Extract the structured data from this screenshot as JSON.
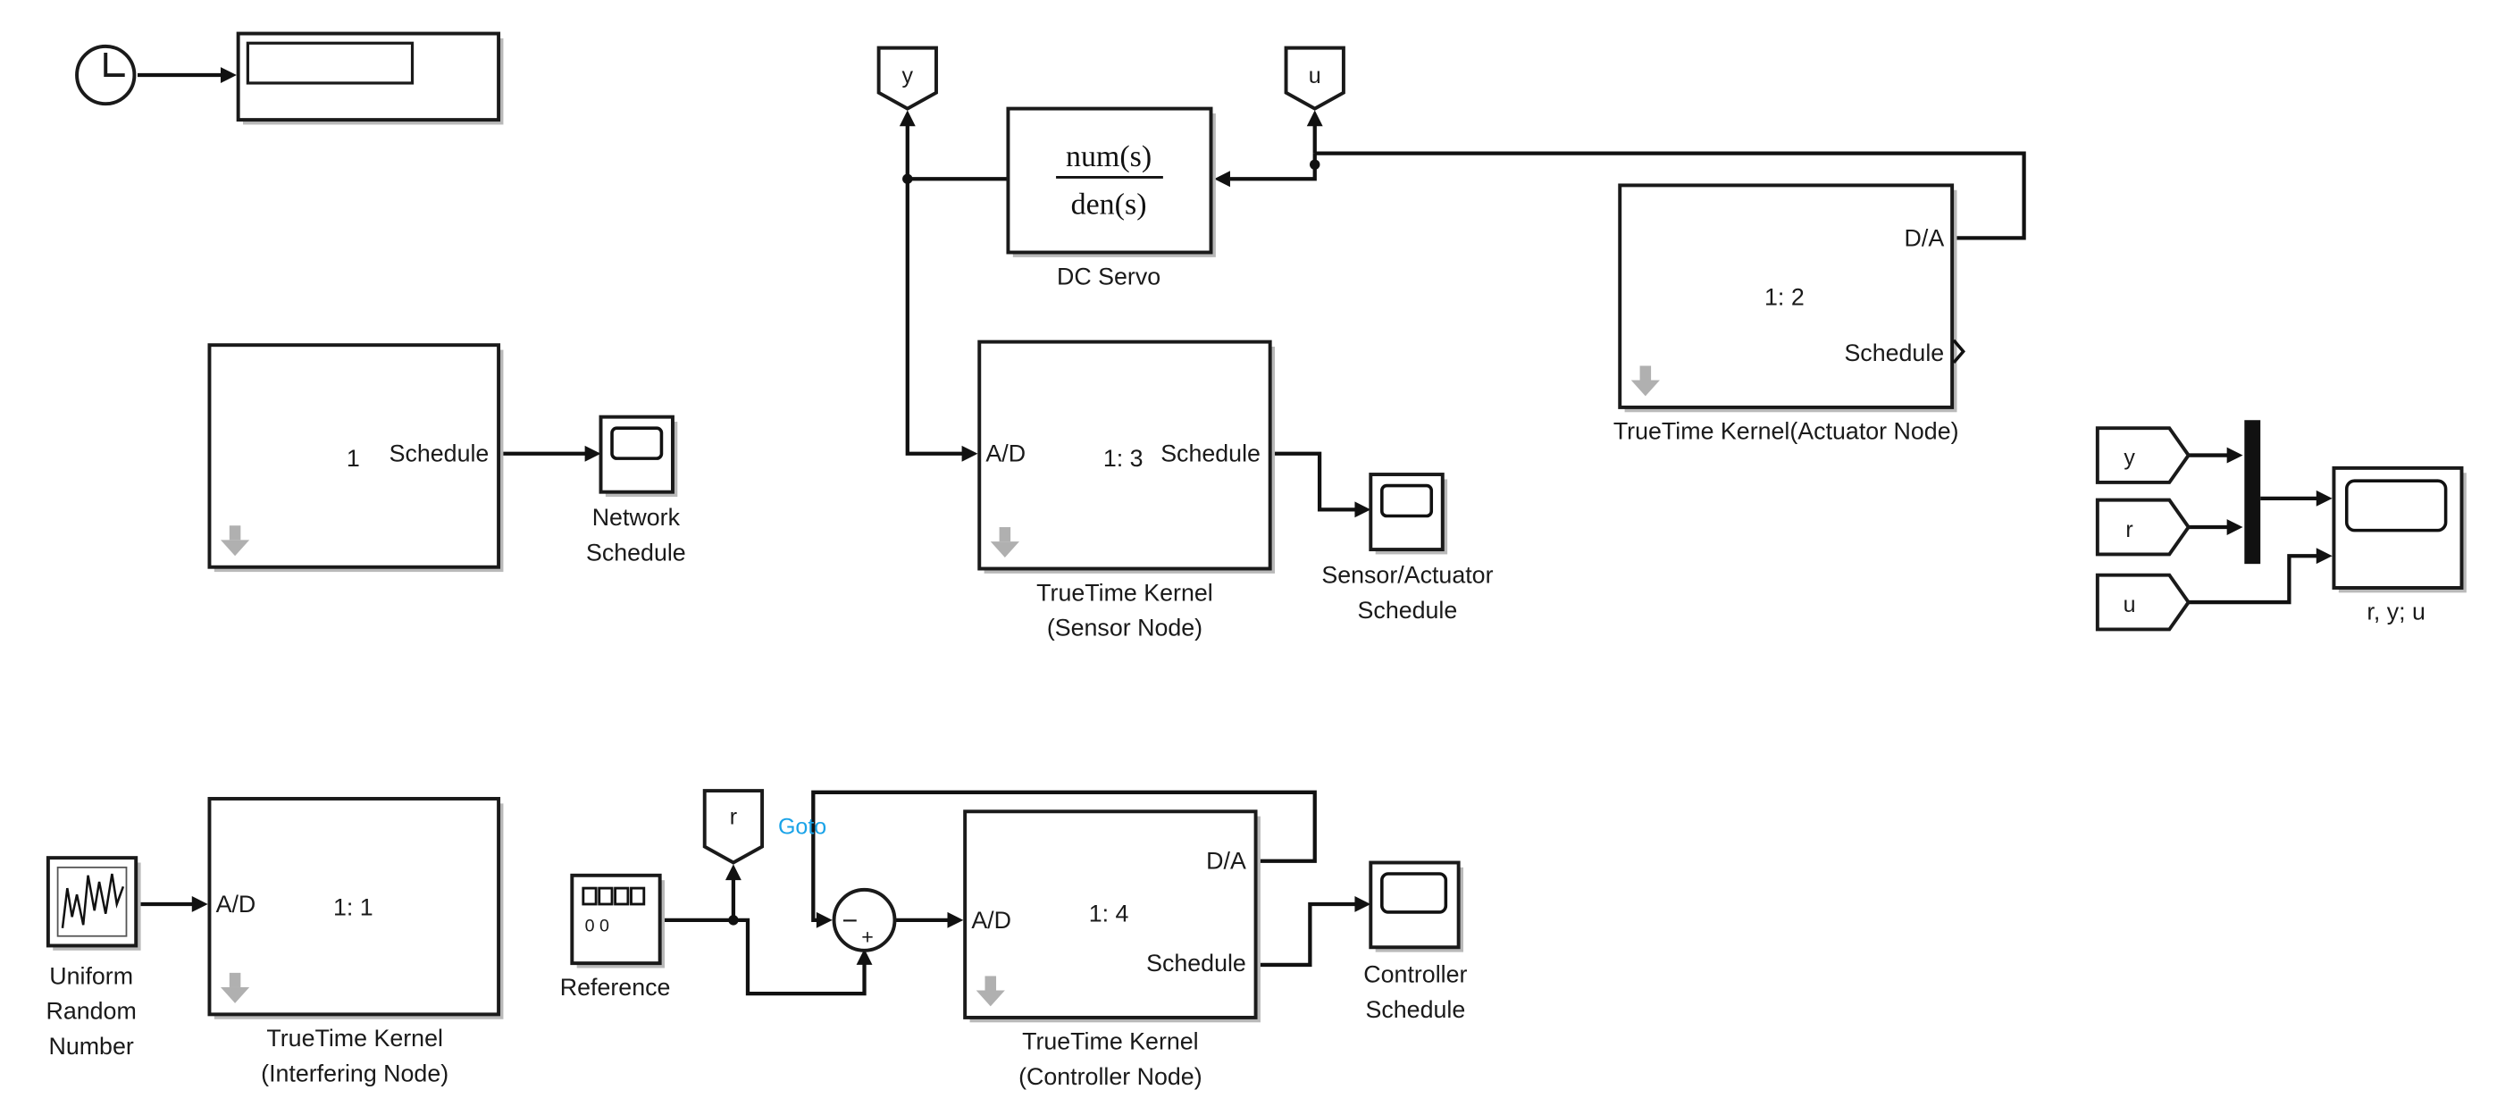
{
  "diagram": {
    "blocks": {
      "clock": {
        "label": ""
      },
      "display": {
        "label": ""
      },
      "goto_y": {
        "tag": "y"
      },
      "goto_u": {
        "tag": "u"
      },
      "dc_servo": {
        "numerator": "num(s)",
        "denominator": "den(s)",
        "label": "DC Servo"
      },
      "actuator_kernel": {
        "port_da": "D/A",
        "port_schedule": "Schedule",
        "ratio": "1: 2",
        "label": "TrueTime Kernel(Actuator Node)"
      },
      "network_kernel": {
        "ratio": "1",
        "port_schedule": "Schedule",
        "label": ""
      },
      "network_scope": {
        "label_line1": "Network",
        "label_line2": "Schedule"
      },
      "sensor_kernel": {
        "port_ad": "A/D",
        "ratio": "1: 3",
        "port_schedule": "Schedule",
        "label_line1": "TrueTime Kernel",
        "label_line2": "(Sensor Node)"
      },
      "sensor_scope": {
        "label_line1": "Sensor/Actuator",
        "label_line2": "Schedule"
      },
      "from_y": {
        "tag": "y"
      },
      "from_r": {
        "tag": "r"
      },
      "from_u": {
        "tag": "u"
      },
      "ryu_scope": {
        "label": "r, y; u"
      },
      "random": {
        "label_line1": "Uniform",
        "label_line2": "Random",
        "label_line3": "Number"
      },
      "interfering_kernel": {
        "port_ad": "A/D",
        "ratio": "1: 1",
        "label_line1": "TrueTime Kernel",
        "label_line2": "(Interfering Node)"
      },
      "reference": {
        "label": "Reference",
        "digits": "0 0"
      },
      "goto_r": {
        "tag": "r",
        "annotation": "Goto"
      },
      "sum": {
        "sign_left": "−",
        "sign_bottom": "+"
      },
      "controller_kernel": {
        "port_ad": "A/D",
        "port_da": "D/A",
        "port_schedule": "Schedule",
        "ratio": "1: 4",
        "label_line1": "TrueTime Kernel",
        "label_line2": "(Controller Node)"
      },
      "controller_scope": {
        "label_line1": "Controller",
        "label_line2": "Schedule"
      }
    },
    "colors": {
      "annotation": "#1aa3e8",
      "line": "#111111",
      "block_shadow": "#b9b9b9",
      "arrow_glyph": "#b0b0b0"
    }
  }
}
